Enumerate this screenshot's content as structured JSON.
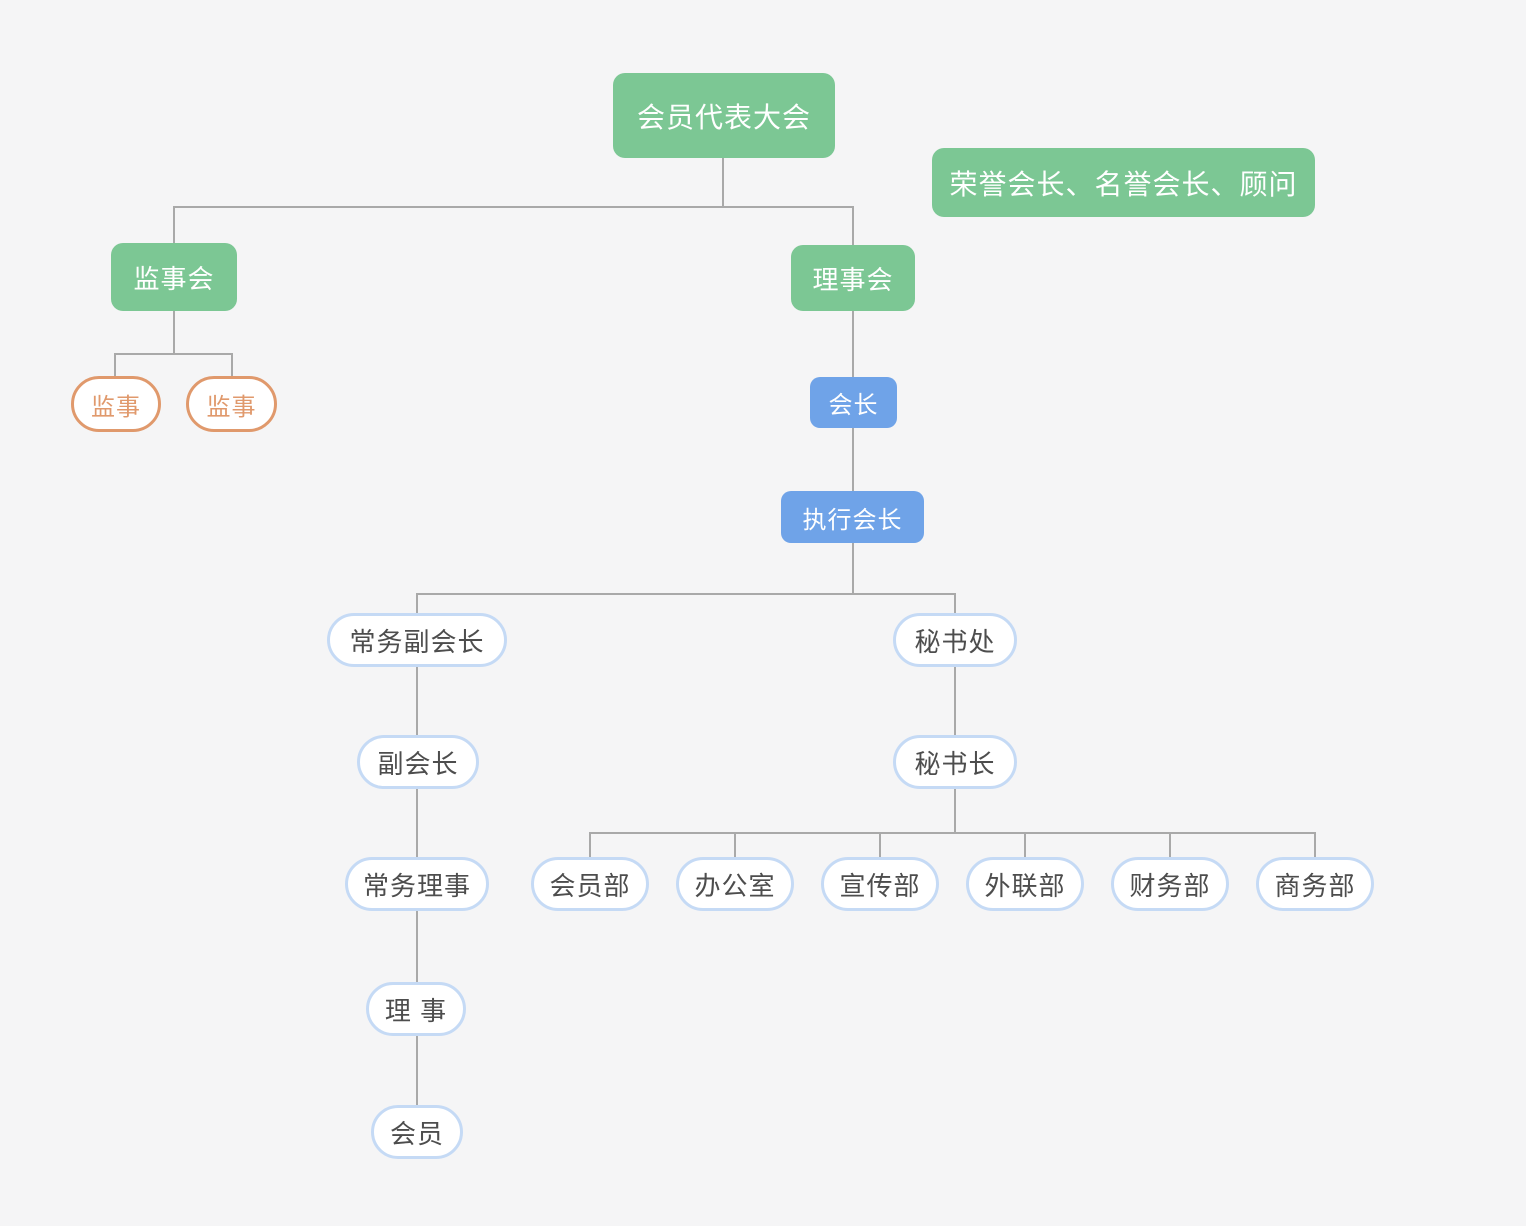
{
  "colors": {
    "canvas_bg": "#f5f5f6",
    "green_fill": "#7cc794",
    "blue_fill": "#6fa3e8",
    "orange": "#e0996c",
    "pill_fill": "#ffffff",
    "pill_border": "#c5daf5",
    "pill_text": "#4d4d4d",
    "node_text_light": "#ffffff",
    "line_color": "#a9a9a9"
  },
  "nodes": {
    "assembly": {
      "label": "会员代表大会",
      "style": "green"
    },
    "honorary": {
      "label": "荣誉会长、名誉会长、顾问",
      "style": "green"
    },
    "supervisory_board": {
      "label": "监事会",
      "style": "green"
    },
    "council": {
      "label": "理事会",
      "style": "green"
    },
    "supervisor_1": {
      "label": "监事",
      "style": "oval"
    },
    "supervisor_2": {
      "label": "监事",
      "style": "oval"
    },
    "president": {
      "label": "会长",
      "style": "blue"
    },
    "executive_president": {
      "label": "执行会长",
      "style": "blue"
    },
    "standing_vice_president": {
      "label": "常务副会长",
      "style": "pill"
    },
    "secretariat": {
      "label": "秘书处",
      "style": "pill"
    },
    "vice_president": {
      "label": "副会长",
      "style": "pill"
    },
    "secretary_general": {
      "label": "秘书长",
      "style": "pill"
    },
    "standing_director": {
      "label": "常务理事",
      "style": "pill"
    },
    "director": {
      "label": "理 事",
      "style": "pill"
    },
    "member": {
      "label": "会员",
      "style": "pill"
    },
    "dept_member": {
      "label": "会员部",
      "style": "pill"
    },
    "dept_office": {
      "label": "办公室",
      "style": "pill"
    },
    "dept_publicity": {
      "label": "宣传部",
      "style": "pill"
    },
    "dept_liaison": {
      "label": "外联部",
      "style": "pill"
    },
    "dept_finance": {
      "label": "财务部",
      "style": "pill"
    },
    "dept_business": {
      "label": "商务部",
      "style": "pill"
    }
  },
  "hierarchy": [
    {
      "from": "assembly",
      "to": "supervisory_board"
    },
    {
      "from": "assembly",
      "to": "council"
    },
    {
      "from": "supervisory_board",
      "to": "supervisor_1"
    },
    {
      "from": "supervisory_board",
      "to": "supervisor_2"
    },
    {
      "from": "council",
      "to": "president"
    },
    {
      "from": "president",
      "to": "executive_president"
    },
    {
      "from": "executive_president",
      "to": "standing_vice_president"
    },
    {
      "from": "executive_president",
      "to": "secretariat"
    },
    {
      "from": "standing_vice_president",
      "to": "vice_president"
    },
    {
      "from": "vice_president",
      "to": "standing_director"
    },
    {
      "from": "standing_director",
      "to": "director"
    },
    {
      "from": "director",
      "to": "member"
    },
    {
      "from": "secretariat",
      "to": "secretary_general"
    },
    {
      "from": "secretary_general",
      "to": "dept_member"
    },
    {
      "from": "secretary_general",
      "to": "dept_office"
    },
    {
      "from": "secretary_general",
      "to": "dept_publicity"
    },
    {
      "from": "secretary_general",
      "to": "dept_liaison"
    },
    {
      "from": "secretary_general",
      "to": "dept_finance"
    },
    {
      "from": "secretary_general",
      "to": "dept_business"
    }
  ]
}
